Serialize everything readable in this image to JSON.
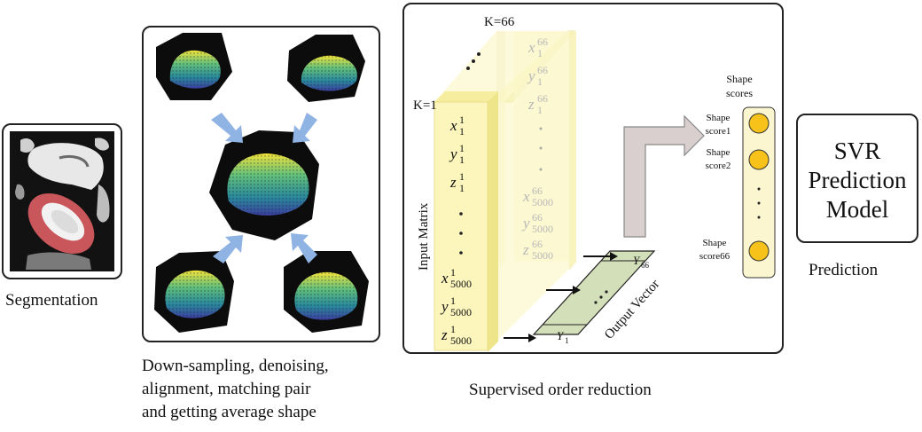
{
  "segmentation": {
    "caption": "Segmentation"
  },
  "preprocessing": {
    "caption_lines": [
      "Down-sampling, denoising,",
      "alignment, matching pair",
      "and getting average shape"
    ]
  },
  "reduction": {
    "caption": "Supervised order reduction",
    "k_first": "K=1",
    "k_last": "K=66",
    "input_matrix_label": "Input Matrix",
    "output_vector_label": "Output Vector",
    "front_entries": [
      {
        "base": "x",
        "sup": "1",
        "sub": "1"
      },
      {
        "base": "y",
        "sup": "1",
        "sub": "1"
      },
      {
        "base": "z",
        "sup": "1",
        "sub": "1"
      },
      {
        "base": "x",
        "sup": "1",
        "sub": "5000"
      },
      {
        "base": "y",
        "sup": "1",
        "sub": "5000"
      },
      {
        "base": "z",
        "sup": "1",
        "sub": "5000"
      }
    ],
    "back_entries": [
      {
        "base": "x",
        "sup": "66",
        "sub": "1"
      },
      {
        "base": "y",
        "sup": "66",
        "sub": "1"
      },
      {
        "base": "z",
        "sup": "66",
        "sub": "1"
      },
      {
        "base": "x",
        "sup": "66",
        "sub": "5000"
      },
      {
        "base": "y",
        "sup": "66",
        "sub": "5000"
      },
      {
        "base": "z",
        "sup": "66",
        "sub": "5000"
      }
    ],
    "output_first": {
      "base": "Y",
      "sub": "1"
    },
    "output_last": {
      "base": "Y",
      "sub": "66"
    }
  },
  "shape_scores": {
    "title": "Shape scores",
    "title_line1": "Shape",
    "title_line2": "scores",
    "items": [
      {
        "line1": "Shape",
        "line2": "score1"
      },
      {
        "line1": "Shape",
        "line2": "score2"
      },
      {
        "line1": "Shape",
        "line2": "score66"
      }
    ]
  },
  "svr": {
    "line1": "SVR",
    "line2": "Prediction",
    "line3": "Model"
  },
  "prediction": {
    "caption": "Prediction"
  },
  "colors": {
    "matrix_fill": "#fcf6bd",
    "matrix_edge": "#f0e88a",
    "vector_fill": "#d3dfb8",
    "score_dot": "#f7c21a",
    "score_panel": "#fbf6cf",
    "arrow_gray": "#d9cfcf",
    "arrow_blue": "#8fb3e3"
  }
}
